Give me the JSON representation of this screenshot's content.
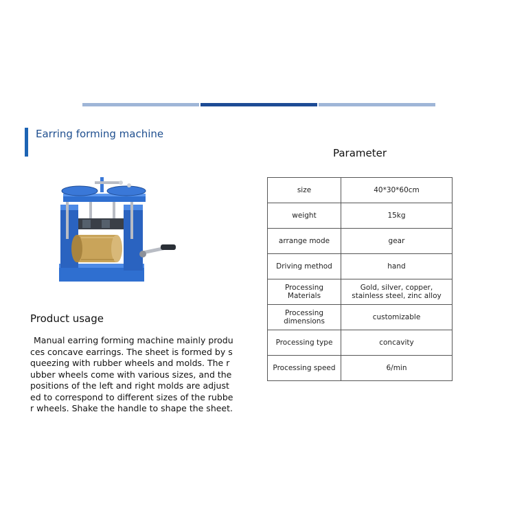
{
  "page": {
    "title": "Earring forming machine",
    "parameter_heading": "Parameter",
    "usage_heading": "Product usage",
    "usage_text": "Manual earring forming machine mainly produces concave earrings. The sheet is formed by squeezing with rubber wheels and molds. The rubber wheels come with various sizes, and the positions of the left and right molds are adjusted to correspond to different sizes of the rubber wheels. Shake the handle to shape the sheet."
  },
  "parameters": [
    {
      "label": "size",
      "value": "40*30*60cm"
    },
    {
      "label": "weight",
      "value": "15kg"
    },
    {
      "label": "arrange mode",
      "value": "gear"
    },
    {
      "label": "Driving method",
      "value": "hand"
    },
    {
      "label": "Processing Materials",
      "value": "Gold, silver, copper, stainless steel, zinc alloy"
    },
    {
      "label": "Processing dimensions",
      "value": "customizable"
    },
    {
      "label": "Processing type",
      "value": "concavity"
    },
    {
      "label": "Processing speed",
      "value": "6/min"
    }
  ],
  "colors": {
    "accent": "#1d64b4",
    "bar_light": "#9fb6d7",
    "bar_dark": "#1d4b95",
    "machine_blue": "#2f6fd0",
    "roller_gold": "#c9a45a"
  }
}
